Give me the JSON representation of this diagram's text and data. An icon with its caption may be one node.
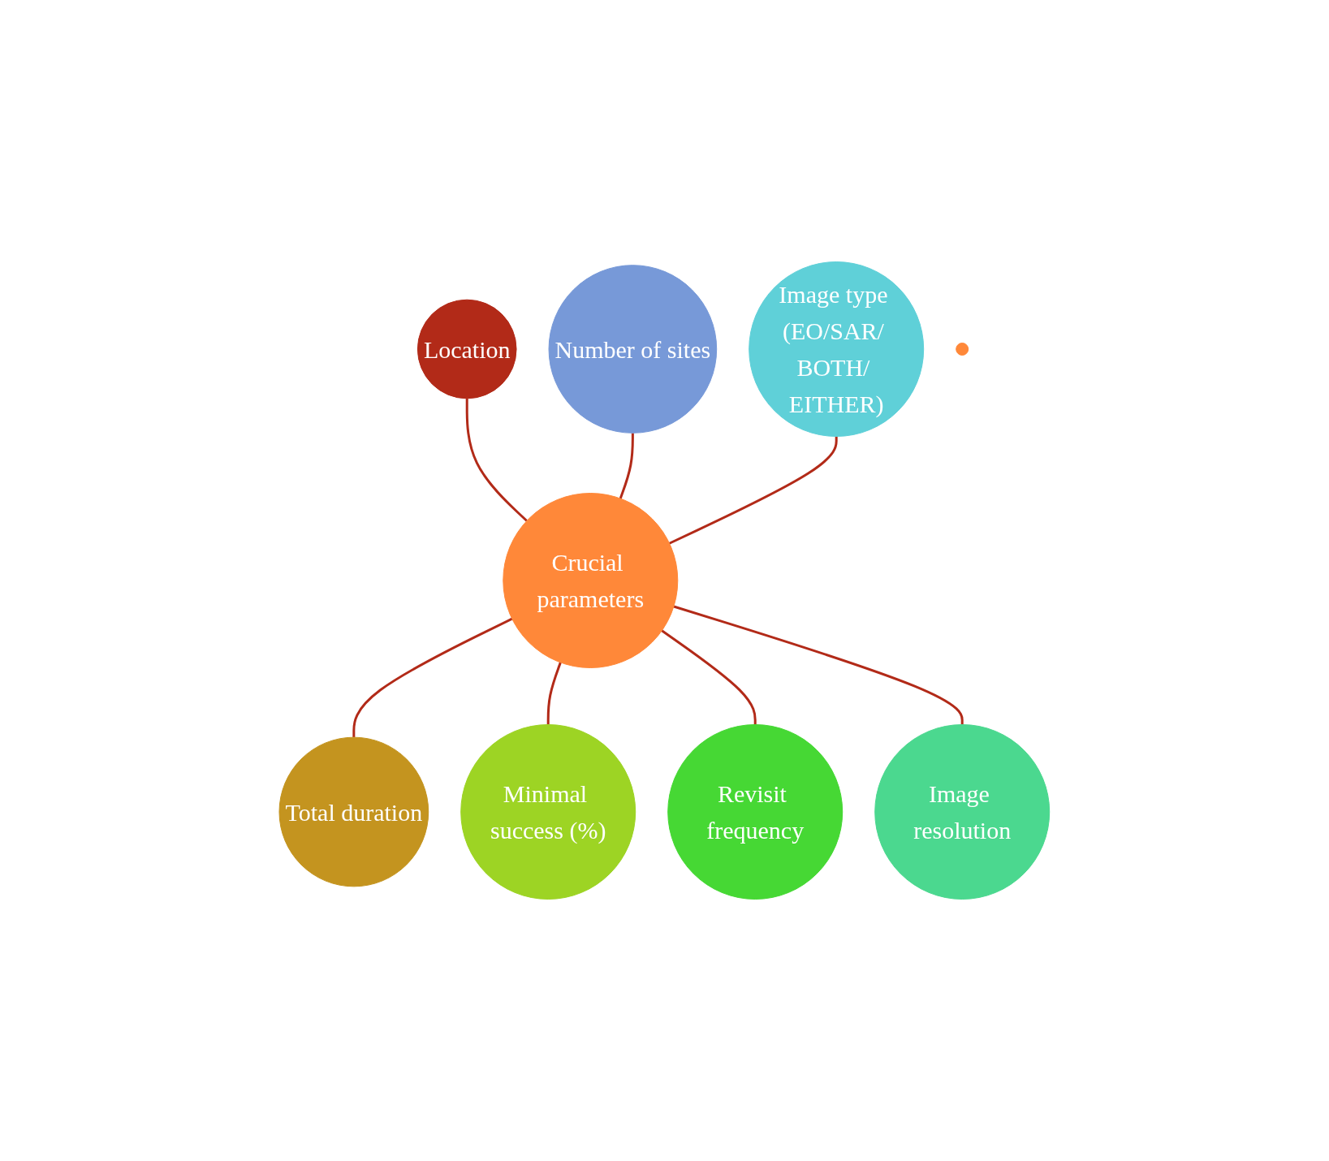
{
  "diagram": {
    "nodes": [
      {
        "text": [
          "Number of sites"
        ]
      },
      {
        "text": [
          "Location"
        ]
      },
      {
        "text": [
          "Image type (EO/SAR/ BOTH/ EITHER)"
        ]
      },
      {
        "text": [
          "Crucial parameters"
        ]
      },
      {
        "text": [
          "Total duration"
        ]
      },
      {
        "text": [
          "Minimal success (%)"
        ]
      },
      {
        "text": [
          "Revisit frequency"
        ]
      },
      {
        "text": [
          "Image resolution"
        ]
      },
      {
        "text": [],
        "shape": "circle"
      }
    ],
    "edges": [
      {
        "from": 1,
        "to": 3,
        "arrow": "none"
      },
      {
        "from": 0,
        "to": 3,
        "arrow": "none"
      },
      {
        "from": 2,
        "to": 3,
        "arrow": "none"
      },
      {
        "from": 3,
        "to": 4,
        "arrow": "none"
      },
      {
        "from": 3,
        "to": 5,
        "arrow": "none"
      },
      {
        "from": 3,
        "to": 6,
        "arrow": "none"
      },
      {
        "from": 3,
        "to": 7,
        "arrow": "none"
      }
    ]
  }
}
